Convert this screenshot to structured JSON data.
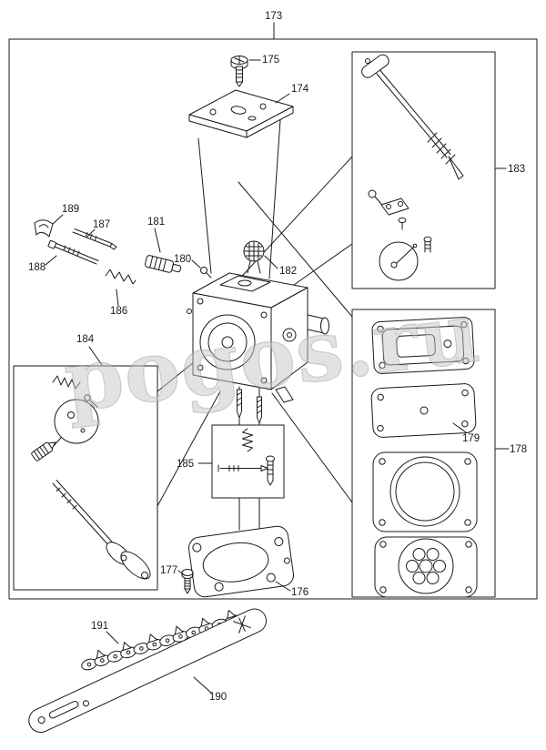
{
  "colors": {
    "background": "#ffffff",
    "line": "#1a1a1a",
    "watermark": "#c6c6c6"
  },
  "watermark": {
    "text": "pogos.ru"
  },
  "callouts": {
    "173": "173",
    "174": "174",
    "175": "175",
    "176": "176",
    "177": "177",
    "178": "178",
    "179": "179",
    "180": "180",
    "181": "181",
    "182": "182",
    "183": "183",
    "184": "184",
    "185": "185",
    "186": "186",
    "187": "187",
    "188": "188",
    "189": "189",
    "190": "190",
    "191": "191"
  }
}
